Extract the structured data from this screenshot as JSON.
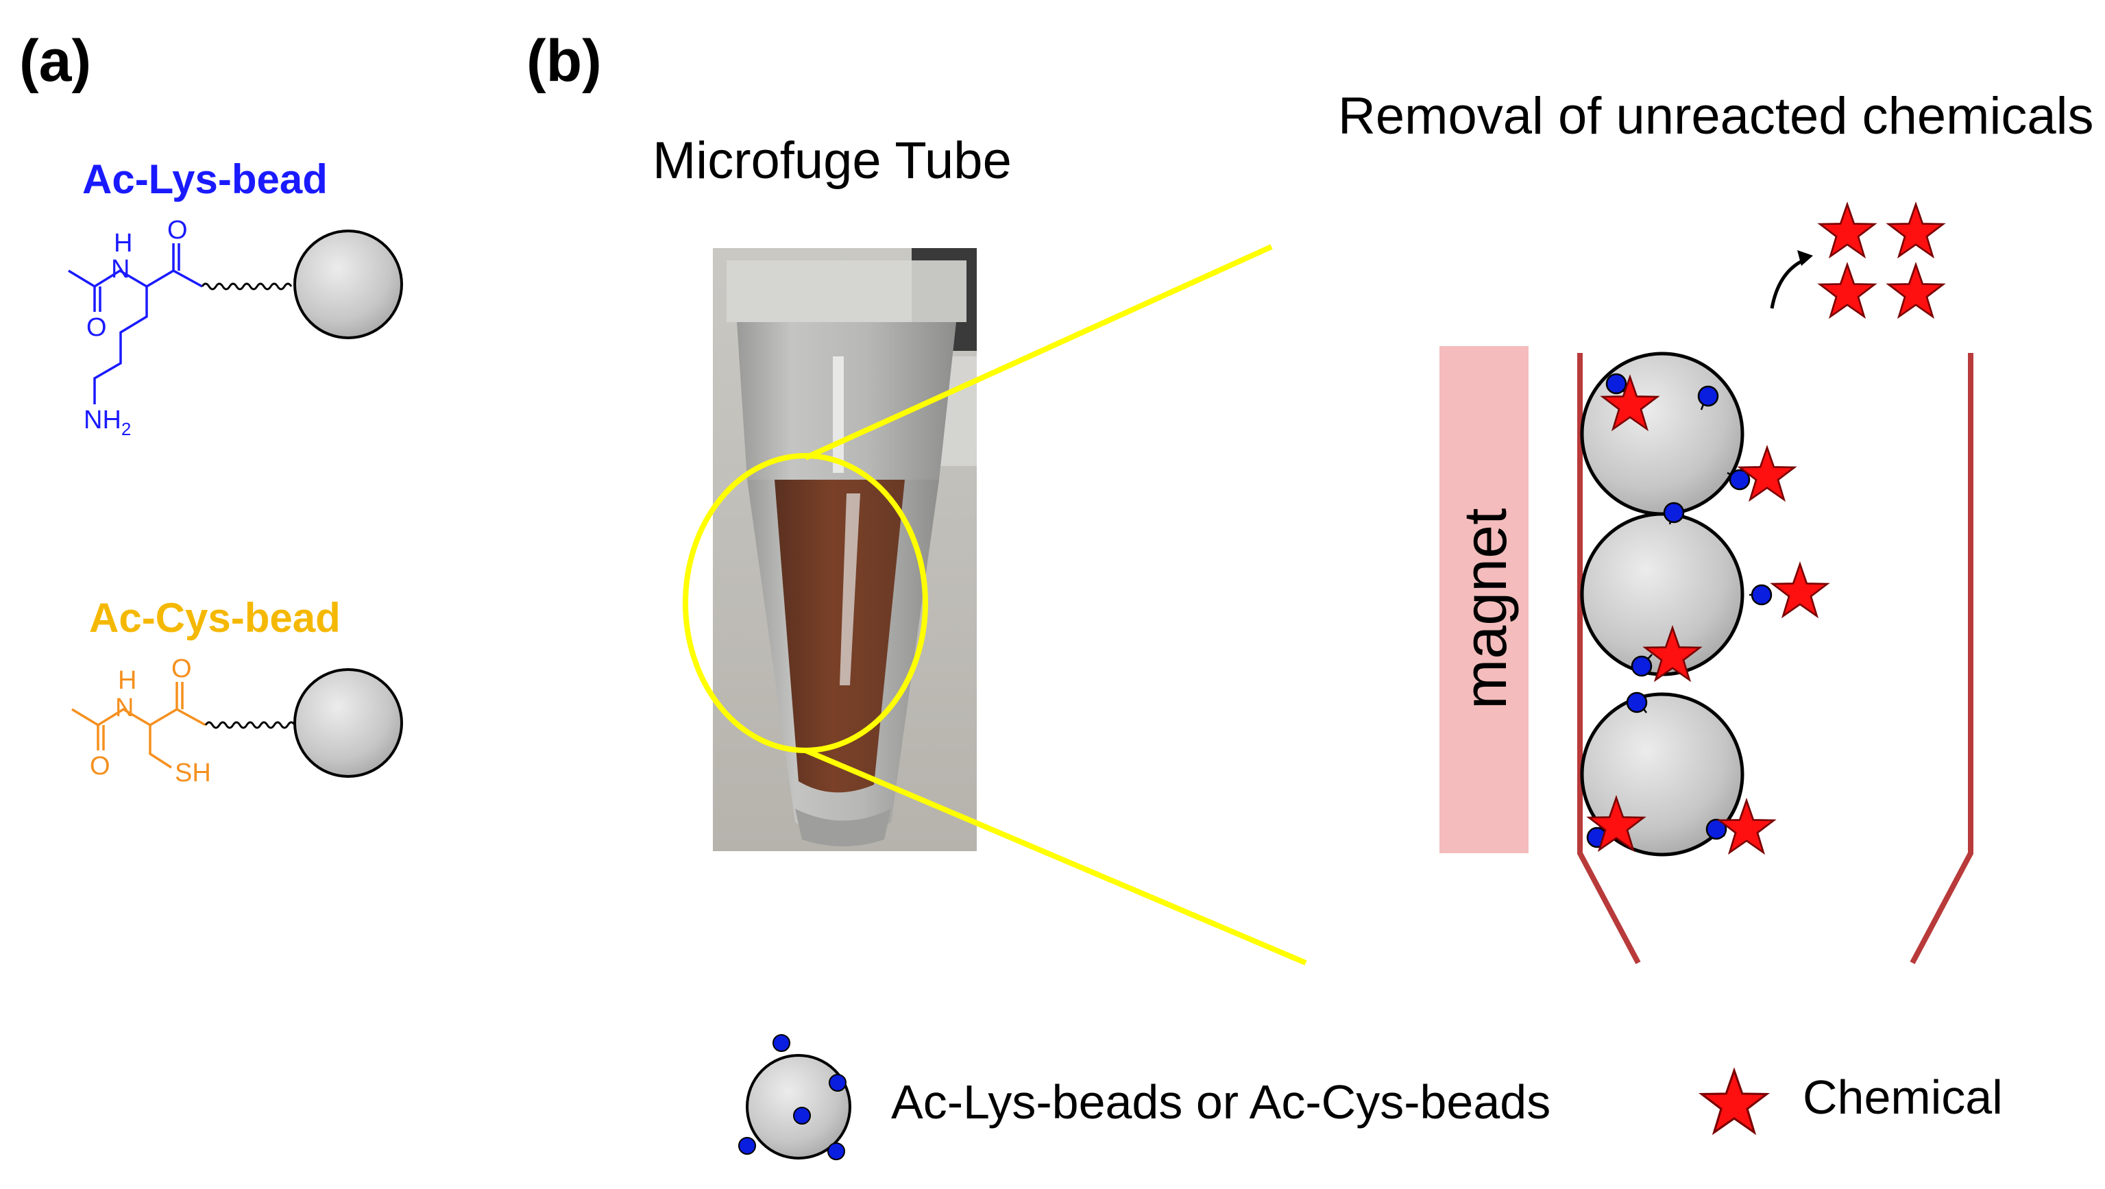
{
  "panels": {
    "a": {
      "label": "(a)",
      "lys": {
        "name": "Ac-Lys-bead",
        "color": "#1a1aff",
        "atoms": {
          "nh": "H",
          "n": "N",
          "o_carbonyl": "O",
          "o_acetyl": "O",
          "nh2": "NH",
          "nh2_sub": "2"
        }
      },
      "cys": {
        "name": "Ac-Cys-bead",
        "name_color": "#f5b800",
        "structure_color": "#f5901e",
        "atoms": {
          "nh": "H",
          "n": "N",
          "o_carbonyl": "O",
          "o_acetyl": "O",
          "sh": "SH"
        }
      }
    },
    "b": {
      "label": "(b)",
      "tube_title": "Microfuge Tube",
      "removal_title": "Removal of unreacted chemicals",
      "magnet_label": "magnet"
    }
  },
  "legend": {
    "bead_label": "Ac-Lys-beads or Ac-Cys-beads",
    "chemical_label": "Chemical"
  },
  "colors": {
    "highlight_yellow": "#ffff00",
    "magnet_pink": "#f4bcbc",
    "tube_wall": "#b83a3a",
    "bead_gray": "#c8c8c8",
    "site_blue": "#0a1ee0",
    "star_red": "#ff1010"
  }
}
